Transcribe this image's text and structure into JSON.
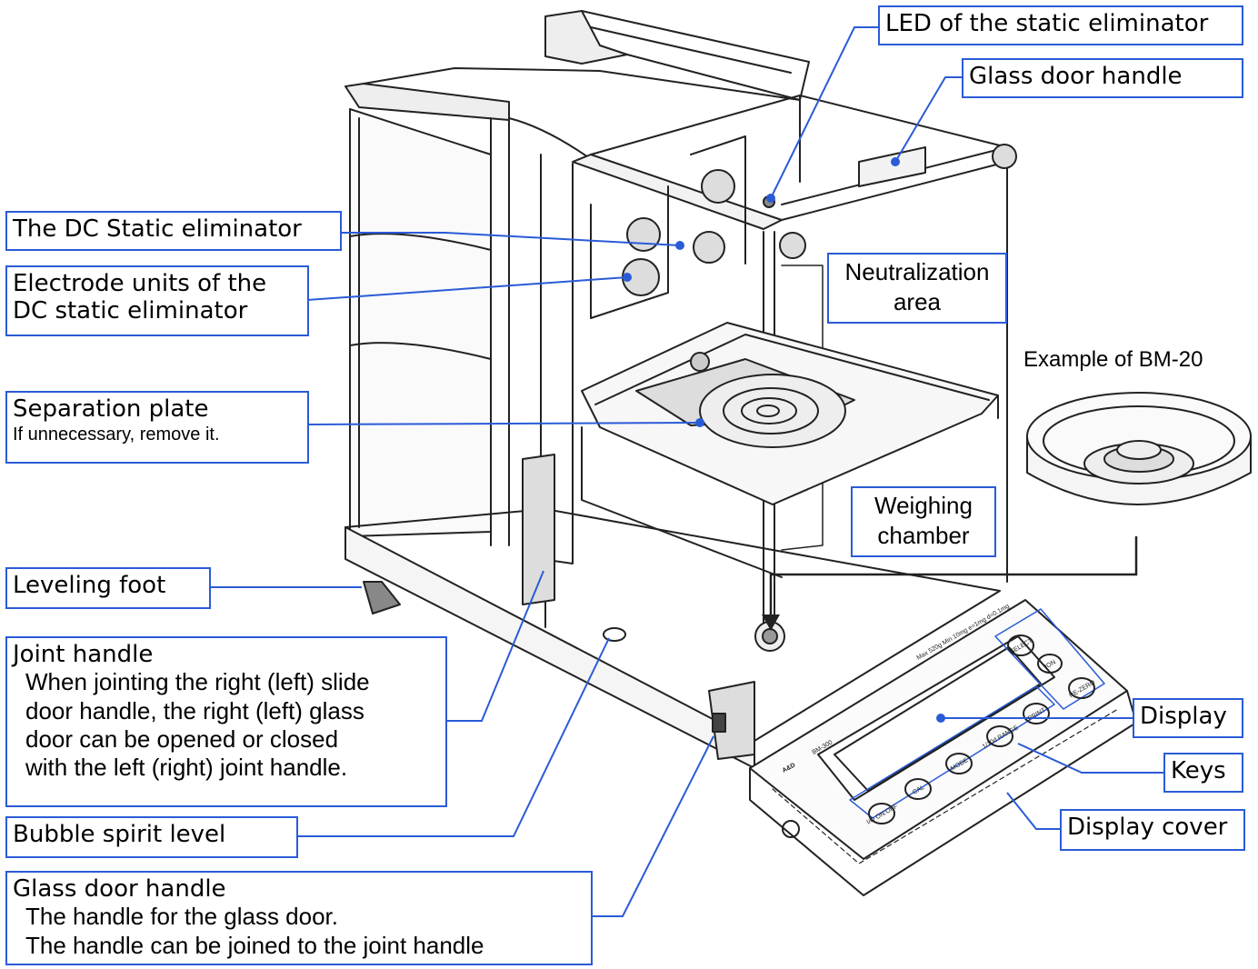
{
  "labels": {
    "led": "LED of the static eliminator",
    "glass_door_handle_top": "Glass door handle",
    "dc_static": "The DC Static eliminator",
    "electrode_line1": "Electrode units of the",
    "electrode_line2": "DC static eliminator",
    "neutralization_line1": "Neutralization",
    "neutralization_line2": "area",
    "example_bm20": "Example of BM-20",
    "separation_title": "Separation plate",
    "separation_note": "If unnecessary, remove it.",
    "weighing_line1": "Weighing",
    "weighing_line2": "chamber",
    "leveling_foot": "Leveling foot",
    "joint_title": "Joint handle",
    "joint_desc": [
      "When jointing the right (left) slide",
      "door handle, the right (left) glass",
      "door can be opened or closed",
      "with the left (right) joint handle."
    ],
    "display": "Display",
    "keys": "Keys",
    "display_cover": "Display cover",
    "bubble_level": "Bubble spirit level",
    "glass_bottom_title": "Glass door handle",
    "glass_bottom_desc": [
      "The handle for the glass door.",
      "The handle can be joined to the joint handle"
    ]
  },
  "panel": {
    "brand": "A&D",
    "model": "BM-300",
    "specs": "Max 520g   Min 10mg   e=1mg   d=0.1mg",
    "keys": [
      "I/O ON:OFF",
      "CAL",
      "MODE",
      "1/10d RANGE",
      "PRINT",
      "SELECT",
      "ION",
      "RE-ZERO"
    ]
  },
  "colors": {
    "accent": "#2a5bd7",
    "line": "#222222"
  }
}
